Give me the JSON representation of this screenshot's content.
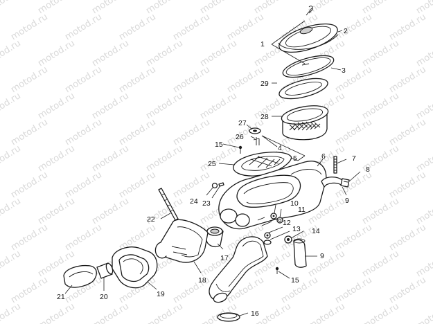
{
  "watermark": {
    "text": "motod.ru"
  },
  "callouts": [
    {
      "id": "c1",
      "text": "1"
    },
    {
      "id": "c2",
      "text": "2"
    },
    {
      "id": "c3",
      "text": "3"
    },
    {
      "id": "c29",
      "text": "29"
    },
    {
      "id": "c28",
      "text": "28"
    },
    {
      "id": "c27",
      "text": "27"
    },
    {
      "id": "c26",
      "text": "26"
    },
    {
      "id": "c15a",
      "text": "15"
    },
    {
      "id": "c4",
      "text": "4"
    },
    {
      "id": "c5",
      "text": "5"
    },
    {
      "id": "c25",
      "text": "25"
    },
    {
      "id": "c6",
      "text": "6"
    },
    {
      "id": "c7",
      "text": "7"
    },
    {
      "id": "c8",
      "text": "8"
    },
    {
      "id": "c9a",
      "text": "9"
    },
    {
      "id": "c24",
      "text": "24"
    },
    {
      "id": "c23",
      "text": "23"
    },
    {
      "id": "c10",
      "text": "10"
    },
    {
      "id": "c11",
      "text": "11"
    },
    {
      "id": "c22",
      "text": "22"
    },
    {
      "id": "c12",
      "text": "12"
    },
    {
      "id": "c13",
      "text": "13"
    },
    {
      "id": "c14",
      "text": "14"
    },
    {
      "id": "c9b",
      "text": "9"
    },
    {
      "id": "c17",
      "text": "17"
    },
    {
      "id": "c18",
      "text": "18"
    },
    {
      "id": "c15b",
      "text": "15"
    },
    {
      "id": "c19",
      "text": "19"
    },
    {
      "id": "c20",
      "text": "20"
    },
    {
      "id": "c21",
      "text": "21"
    },
    {
      "id": "c16",
      "text": "16"
    }
  ]
}
